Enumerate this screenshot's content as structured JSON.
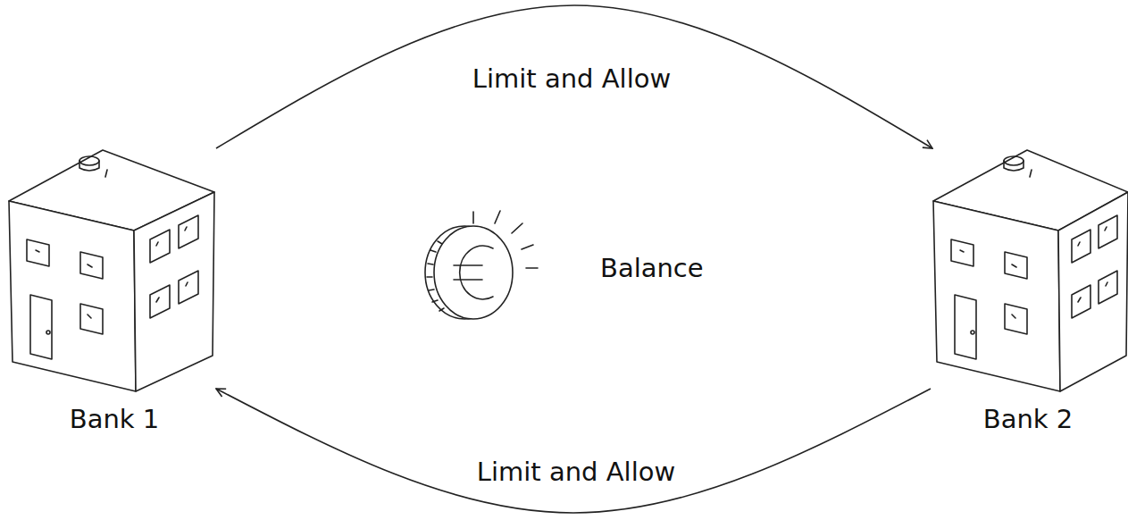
{
  "diagram": {
    "nodes": [
      {
        "text": [
          "Bank 1"
        ]
      },
      {
        "text": [
          "Bank 2"
        ]
      }
    ],
    "edges": [
      {
        "from": 0,
        "to": 1,
        "arrow": "to",
        "label": "Limit and Allow"
      },
      {
        "from": 1,
        "to": 0,
        "arrow": "to",
        "label": "Limit and Allow"
      }
    ],
    "labels": [
      "Balance"
    ]
  }
}
